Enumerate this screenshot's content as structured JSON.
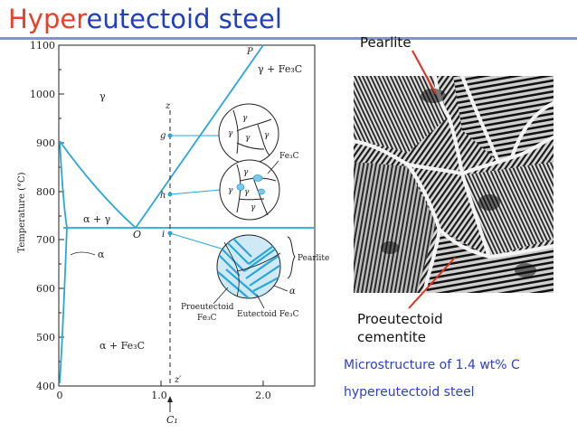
{
  "title": {
    "hyper": "Hyper",
    "rest": "eutectoid steel"
  },
  "diagram": {
    "y_ticks": [
      "1100",
      "1000",
      "900",
      "800",
      "700",
      "600",
      "500",
      "400"
    ],
    "x_ticks": [
      "0",
      "1.0",
      "2.0"
    ],
    "y_axis_label": "Temperature (°C)",
    "x_marker": "C₁",
    "phase_labels": {
      "gamma": "γ",
      "gamma_fe3c": "γ + Fe₃C",
      "alpha_gamma": "α + γ",
      "alpha": "α",
      "alpha_fe3c": "α + Fe₃C"
    },
    "points": {
      "p": "P",
      "o": "O",
      "g": "g",
      "h": "h",
      "i": "i",
      "z": "z",
      "z_prime": "z′"
    },
    "circle_labels": {
      "gamma": "γ",
      "fe3c": "Fe₃C",
      "pearlite": "Pearlite",
      "alpha": "α",
      "proeutectoid_1": "Proeutectoid",
      "proeutectoid_2": "Fe₃C",
      "eutectoid": "Eutectoid Fe₃C"
    },
    "colors": {
      "line": "#2aa7d6",
      "fill": "#7cc6ea"
    }
  },
  "micrograph": {
    "pearlite_label": "Pearlite",
    "proeutectoid_1": "Proeutectoid",
    "proeutectoid_2": "cementite"
  },
  "caption": {
    "line1": "Microstructure of 1.4 wt% C",
    "line2": "hypereutectoid steel"
  }
}
